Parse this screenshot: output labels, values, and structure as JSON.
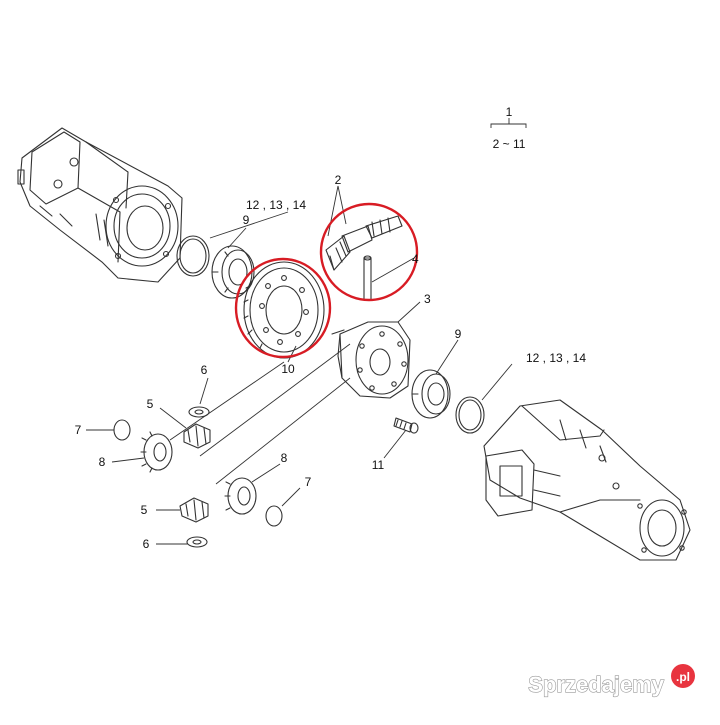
{
  "diagram": {
    "header": {
      "assembly": "1",
      "range": "2 ~ 11"
    },
    "callouts": {
      "c2": "2",
      "c3": "3",
      "c4": "4",
      "c5a": "5",
      "c5b": "5",
      "c6a": "6",
      "c6b": "6",
      "c7a": "7",
      "c7b": "7",
      "c8a": "8",
      "c8b": "8",
      "c9a": "9",
      "c9b": "9",
      "c10": "10",
      "c11": "11",
      "c121314a": "12 , 13 , 14",
      "c121314b": "12 , 13 , 14"
    },
    "highlight_color": "#d81c24",
    "line_color": "#333333"
  },
  "watermark": {
    "brand": "Sprzedajemy",
    "tld": ".pl",
    "accent": "#e8343f"
  }
}
